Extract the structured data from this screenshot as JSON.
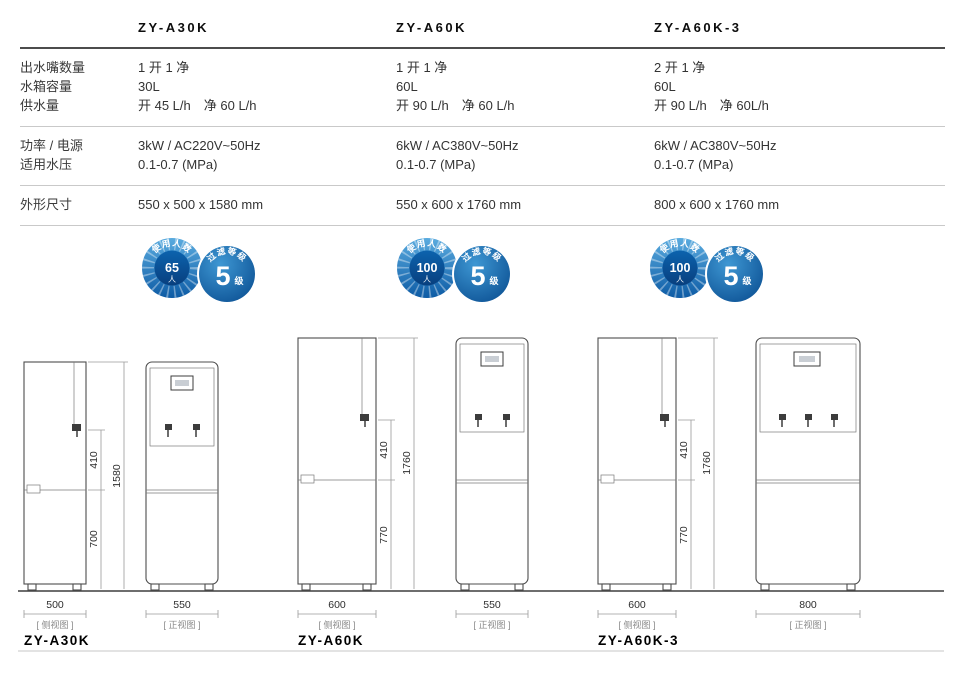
{
  "models": [
    {
      "name": "ZY-A30K"
    },
    {
      "name": "ZY-A60K"
    },
    {
      "name": "ZY-A60K-3"
    }
  ],
  "spec_table": {
    "row_groups": [
      {
        "rows": [
          {
            "label": "出水嘴数量",
            "values": [
              "1 开 1 净",
              "1 开 1 净",
              "2 开 1 净"
            ]
          },
          {
            "label": "水箱容量",
            "values": [
              "30L",
              "60L",
              "60L"
            ]
          },
          {
            "label": "供水量",
            "values": [
              "开 45 L/h　净 60 L/h",
              "开 90 L/h　净 60 L/h",
              "开 90 L/h　净 60L/h"
            ]
          }
        ]
      },
      {
        "rows": [
          {
            "label": "功率 / 电源",
            "values": [
              "3kW / AC220V~50Hz",
              "6kW / AC380V~50Hz",
              "6kW / AC380V~50Hz"
            ]
          },
          {
            "label": "适用水压",
            "values": [
              "0.1-0.7 (MPa)",
              "0.1-0.7 (MPa)",
              "0.1-0.7 (MPa)"
            ]
          }
        ]
      },
      {
        "rows": [
          {
            "label": "外形尺寸",
            "values": [
              "550 x 500 x 1580 mm",
              "550 x 600 x 1760 mm",
              "800 x 600 x 1760 mm"
            ]
          }
        ]
      }
    ]
  },
  "badges": [
    {
      "usage_arc": "使用人数",
      "users_value": "65",
      "users_unit": "人",
      "filter_arc": "过滤等级",
      "filter_value": "5",
      "filter_unit": "级"
    },
    {
      "usage_arc": "使用人数",
      "users_value": "100",
      "users_unit": "人",
      "filter_arc": "过滤等级",
      "filter_value": "5",
      "filter_unit": "级"
    },
    {
      "usage_arc": "使用人数",
      "users_value": "100",
      "users_unit": "人",
      "filter_arc": "过滤等级",
      "filter_value": "5",
      "filter_unit": "级"
    }
  ],
  "diagrams": [
    {
      "model": "ZY-A30K",
      "side_width": "500",
      "side_caption": "[ 侧视图 ]",
      "front_width": "550",
      "front_caption": "[ 正视图 ]",
      "dim_upper": "410",
      "dim_total": "1580",
      "dim_lower": "700"
    },
    {
      "model": "ZY-A60K",
      "side_width": "600",
      "side_caption": "[ 侧视图 ]",
      "front_width": "550",
      "front_caption": "[ 正视图 ]",
      "dim_upper": "410",
      "dim_total": "1760",
      "dim_lower": "770"
    },
    {
      "model": "ZY-A60K-3",
      "side_width": "600",
      "side_caption": "[ 侧视图 ]",
      "front_width": "800",
      "front_caption": "[ 正视图 ]",
      "dim_upper": "410",
      "dim_total": "1760",
      "dim_lower": "770"
    }
  ],
  "colors": {
    "badge_blue": "#1273b8",
    "badge_blue_dark": "#0a4f92",
    "badge_blue_light": "#57a8dc"
  }
}
